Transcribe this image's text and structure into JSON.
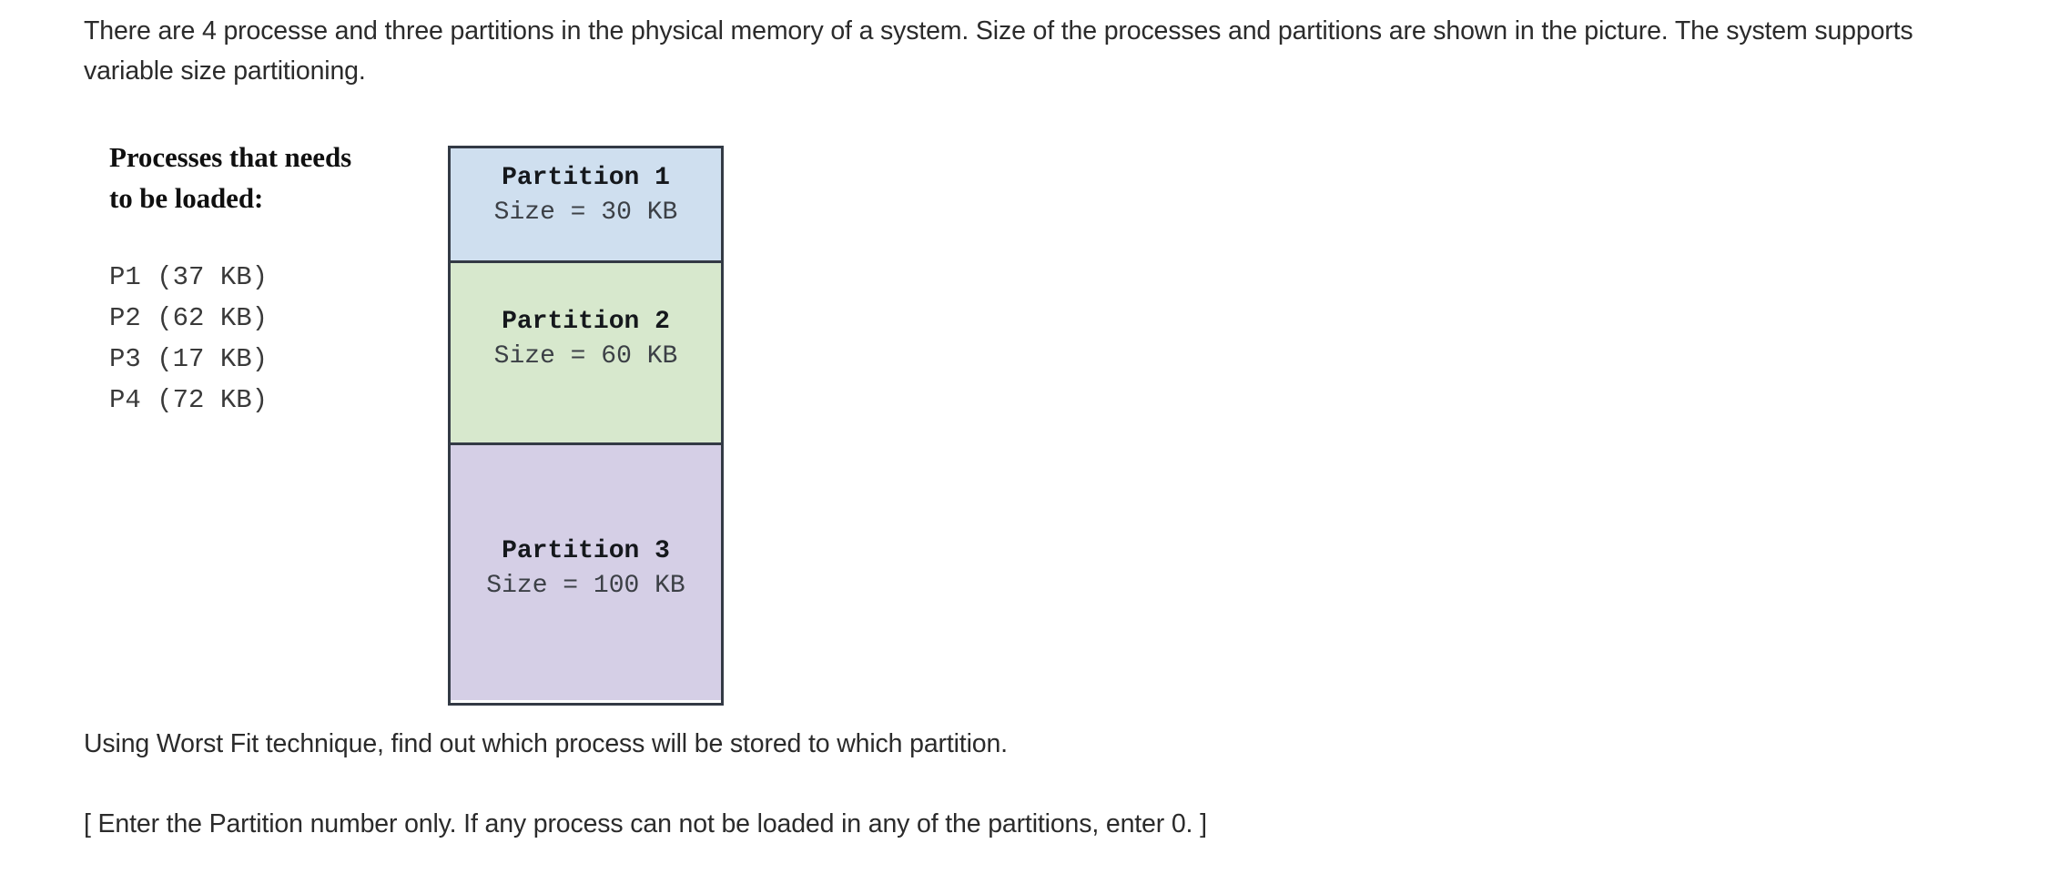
{
  "prompt": {
    "intro": "There are 4 processe and three partitions in the physical memory of a system. Size of the processes and partitions are shown in the picture. The system supports variable size partitioning.",
    "question": "Using Worst Fit technique, find out which process will be stored to which partition.",
    "note": "[ Enter the Partition number only. If any process can not be loaded in any of the partitions, enter 0. ]"
  },
  "processes_panel": {
    "heading_line1": "Processes that needs",
    "heading_line2": "to be loaded:",
    "items": [
      {
        "label": "P1 (37 KB)",
        "name": "P1",
        "size_kb": 37
      },
      {
        "label": "P2 (62 KB)",
        "name": "P2",
        "size_kb": 62
      },
      {
        "label": "P3 (17 KB)",
        "name": "P3",
        "size_kb": 17
      },
      {
        "label": "P4 (72 KB)",
        "name": "P4",
        "size_kb": 72
      }
    ]
  },
  "memory_diagram": {
    "border_color": "#333a45",
    "partitions": [
      {
        "title": "Partition 1",
        "size_text": "Size = 30 KB",
        "size_kb": 30,
        "color": "#cfdfef"
      },
      {
        "title": "Partition 2",
        "size_text": "Size = 60 KB",
        "size_kb": 60,
        "color": "#d7e8cd"
      },
      {
        "title": "Partition 3",
        "size_text": "Size = 100 KB",
        "size_kb": 100,
        "color": "#d5cfe6"
      }
    ]
  }
}
